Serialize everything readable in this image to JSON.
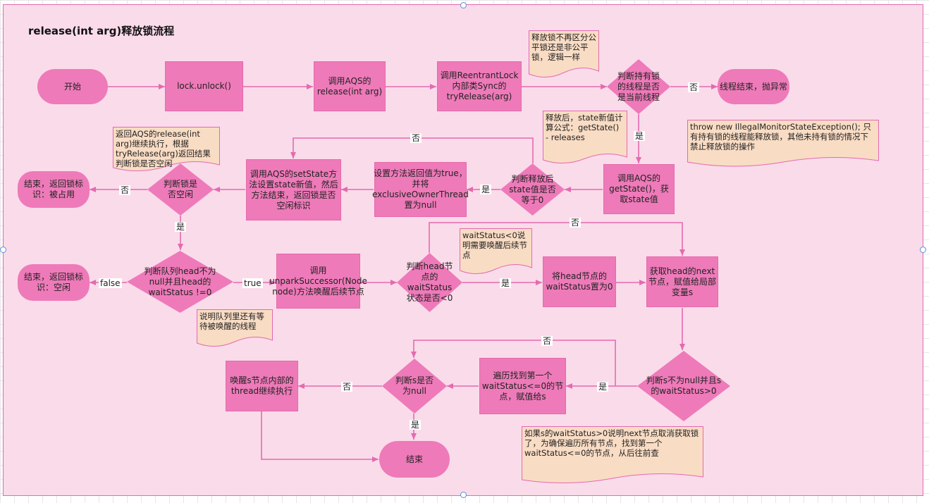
{
  "title": "release(int arg)释放锁流程",
  "nodes": {
    "start": "开始",
    "unlock": "lock.unlock()",
    "call_release": "调用AQS的release(int arg)",
    "try_release": "调用ReentrantLock内部类Sync的tryRelease(arg)",
    "check_owner": "判断持有锁的线程是否是当前线程",
    "throw_end": "线程结束，抛异常",
    "get_state": "调用AQS的getState()，获取state值",
    "check_state_zero": "判断释放后state值是否等于0",
    "set_return": "设置方法返回值为true，并将exclusiveOwnerThread置为null",
    "set_state": "调用AQS的setState方法设置state新值，然后方法结束，返回锁是否空闲标识",
    "check_free": "判断锁是否空闲",
    "end_occupied": "结束，返回锁标识：被占用",
    "check_queue": "判断队列head不为null并且head的waitStatus !=0",
    "end_free": "结束，返回锁标识：空闲",
    "unpark": "调用unparkSuccessor(Node node)方法唤醒后续节点",
    "check_ws": "判断head节点的waitStatus状态是否<0",
    "set_ws_zero": "将head节点的waitStatus置为0",
    "get_next": "获取head的next节点，赋值给局部变量s",
    "check_s": "判断s不为null并且s的waitStatus>0",
    "traverse": "遍历找到第一个waitStatus<=0的节点，赋值给s",
    "check_s_null": "判断s是否为null",
    "wake_s": "唤醒s节点内部的thread继续执行",
    "end": "结束"
  },
  "notes": {
    "fair": "释放锁不再区分公平锁还是非公平锁，逻辑一样",
    "state_calc": "释放后，state新值计算公式：getState() - releases",
    "exception": "throw new IllegalMonitorStateException(); 只有持有锁的线程能释放锁，其他未持有锁的情况下禁止释放锁的操作",
    "return_release": "返回AQS的release(int arg)继续执行，根据tryRelease(arg)返回结果判断锁是否空闲",
    "ws_lt0": "waitStatus<0说明需要唤醒后续节点",
    "queue_waiting": "说明队列里还有等待被唤醒的线程",
    "cancel": "如果s的waitStatus>0说明next节点取消获取锁了，为确保遍历所有节点，找到第一个waitStatus<=0的节点，从后往前查"
  },
  "edge_labels": {
    "no": "否",
    "yes": "是",
    "true": "true",
    "false": "false"
  },
  "colors": {
    "background": "#fadbea",
    "node_fill": "#ee7ab9",
    "note_fill": "#f9dcc4",
    "line": "#e36bb0"
  }
}
